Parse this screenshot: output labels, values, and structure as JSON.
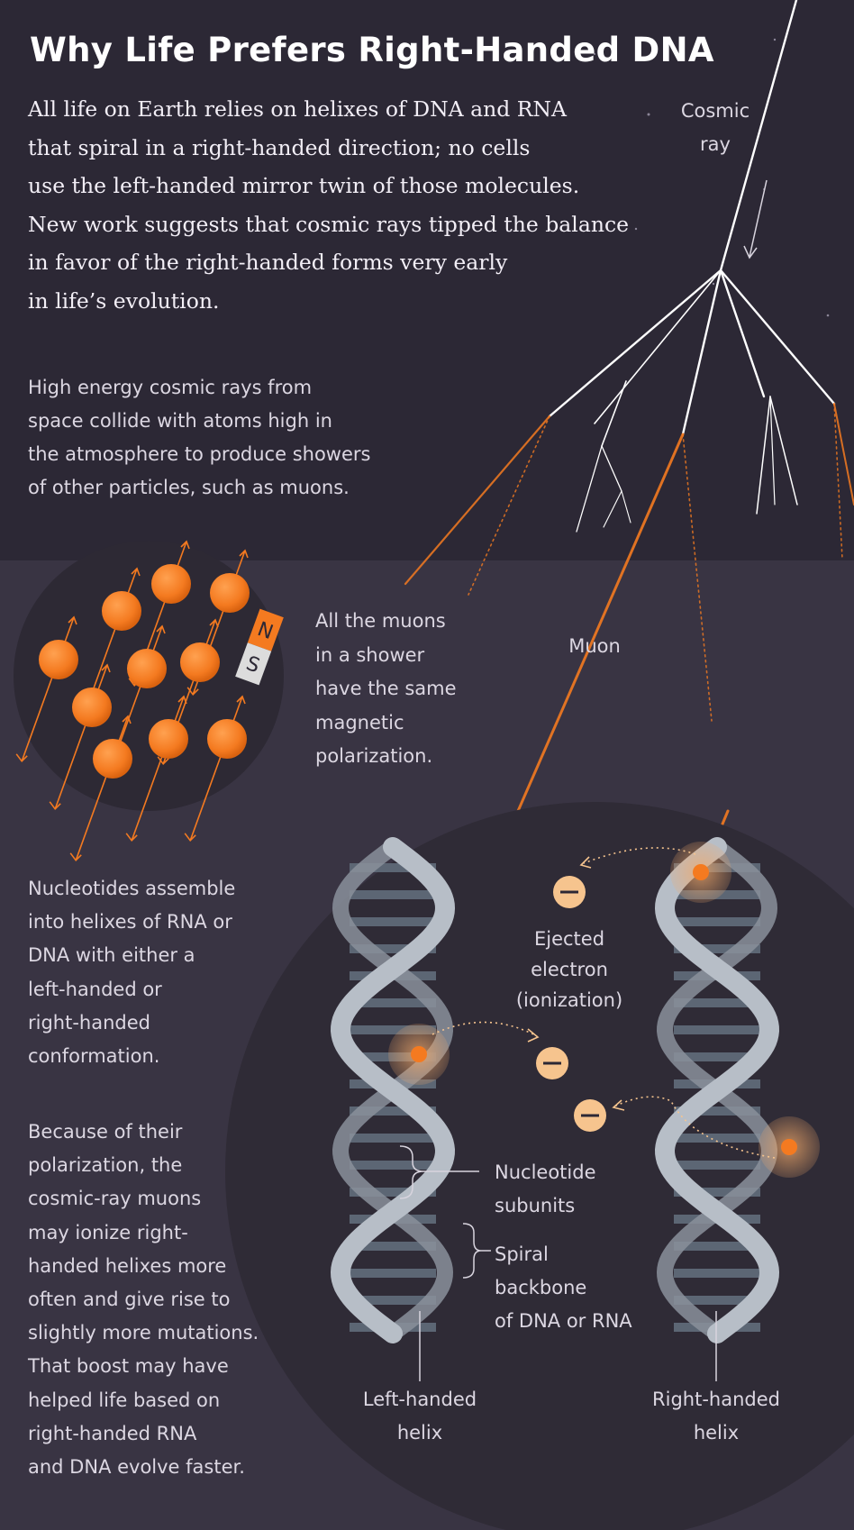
{
  "title": "Why Life Prefers Right-Handed DNA",
  "intro_lines": [
    "All life on Earth relies on helixes of DNA and RNA",
    "that spiral in a right-handed direction; no cells",
    "use the left-handed mirror twin of those molecules.",
    "New work suggests that cosmic rays tipped the balance",
    "in favor of the right-handed forms very early",
    "in life’s evolution."
  ],
  "cosmic_rays_lines": [
    "High energy cosmic rays from",
    "space collide with atoms high in",
    "the atmosphere to produce showers",
    "of other particles, such as muons."
  ],
  "polarization_lines": [
    "All the muons",
    "in a shower",
    "have the same",
    "magnetic",
    "polarization."
  ],
  "nucleotides_lines": [
    "Nucleotides assemble",
    "into helixes of RNA or",
    "DNA with either a",
    "left-handed or",
    "right-handed",
    "conformation."
  ],
  "because_lines": [
    "Because of their",
    "polarization, the",
    "cosmic-ray muons",
    "may ionize right-",
    "handed helixes more",
    "often and give rise to",
    "slightly more mutations.",
    "That boost may have",
    "helped life based on",
    "right-handed RNA",
    "and DNA evolve faster."
  ],
  "labels": {
    "cosmic_ray": [
      "Cosmic",
      "ray"
    ],
    "muon": "Muon",
    "magnet_north": "N",
    "magnet_south": "S",
    "ejected_electron": [
      "Ejected",
      "electron",
      "(ionization)"
    ],
    "nucleotide_subunits": [
      "Nucleotide",
      "subunits"
    ],
    "spiral_backbone": [
      "Spiral",
      "backbone",
      "of DNA or RNA"
    ],
    "left_helix": [
      "Left-handed",
      "helix"
    ],
    "right_helix": [
      "Right-handed",
      "helix"
    ]
  },
  "colors": {
    "top_background": "#2c2835",
    "bottom_background": "#393443",
    "orange": "#f47a20",
    "electron": "#f6c48e",
    "helix_strand": "#b7bec7",
    "base_pair": "#5c6674"
  }
}
